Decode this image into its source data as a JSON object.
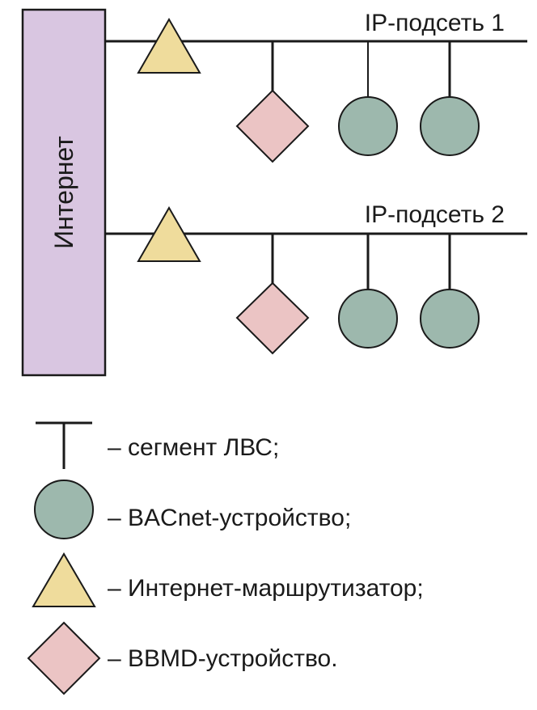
{
  "internet_label": "Интернет",
  "subnets": [
    {
      "label": "IP-подсеть 1"
    },
    {
      "label": "IP-подсеть 2"
    }
  ],
  "legend": [
    {
      "text": "– сегмент ЛВС;"
    },
    {
      "text": "– BACnet-устройство;"
    },
    {
      "text": "– Интернет-маршрутизатор;"
    },
    {
      "text": "– BBMD-устройство."
    }
  ],
  "colors": {
    "internet_fill": "#d9c6e1",
    "router_fill": "#efdc9c",
    "bbmd_fill": "#ebc4c4",
    "bacnet_fill": "#9db8ad",
    "stroke": "#1a1a1a"
  }
}
